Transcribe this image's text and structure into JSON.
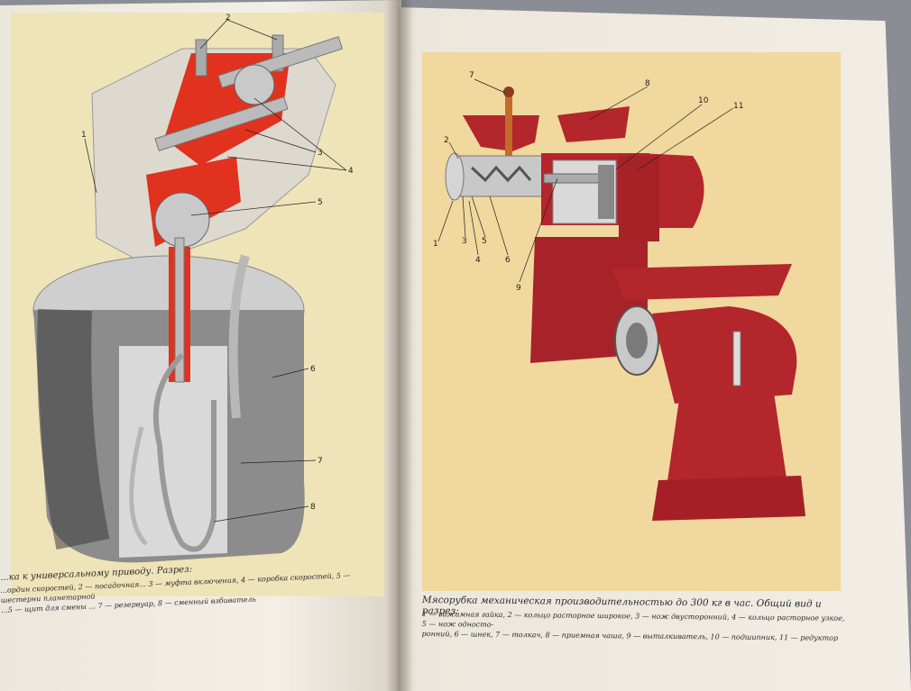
{
  "left_page": {
    "callouts": [
      "1",
      "2",
      "3",
      "4",
      "5",
      "6",
      "7",
      "8"
    ],
    "caption_title": "...ка к универсальному приводу. Разрез:",
    "caption_lines": [
      "...ордин скоростей, 2 — посадочная... 3 — муфта включения, 4 — коробка скоростей, 5 — шестерни планетарной",
      "...5 — щит для смены ... 7 — резервуар, 8 — сменный взбиватель"
    ]
  },
  "right_page": {
    "callouts": [
      "1",
      "2",
      "3",
      "4",
      "5",
      "6",
      "7",
      "8",
      "9",
      "10",
      "11"
    ],
    "caption_title": "Мясорубка механическая производительностью до 300 кг в час. Общий вид и разрез:",
    "caption_lines": [
      "1 — зажимная гайка, 2 — кольцо расторное широкое, 3 — нож двусторонний, 4 — кольцо расторное узкое, 5 — нож односто-",
      "ронний, 6 — шнек, 7 — толкач, 8 — приемная чаша, 9 — выталкиватель, 10 — подшипник, 11 — редуктор"
    ]
  },
  "colors": {
    "machine_red": "#b3262c",
    "plate_left": "#efe3b8",
    "plate_right": "#f0d89e",
    "cutaway_red": "#e0321e"
  }
}
